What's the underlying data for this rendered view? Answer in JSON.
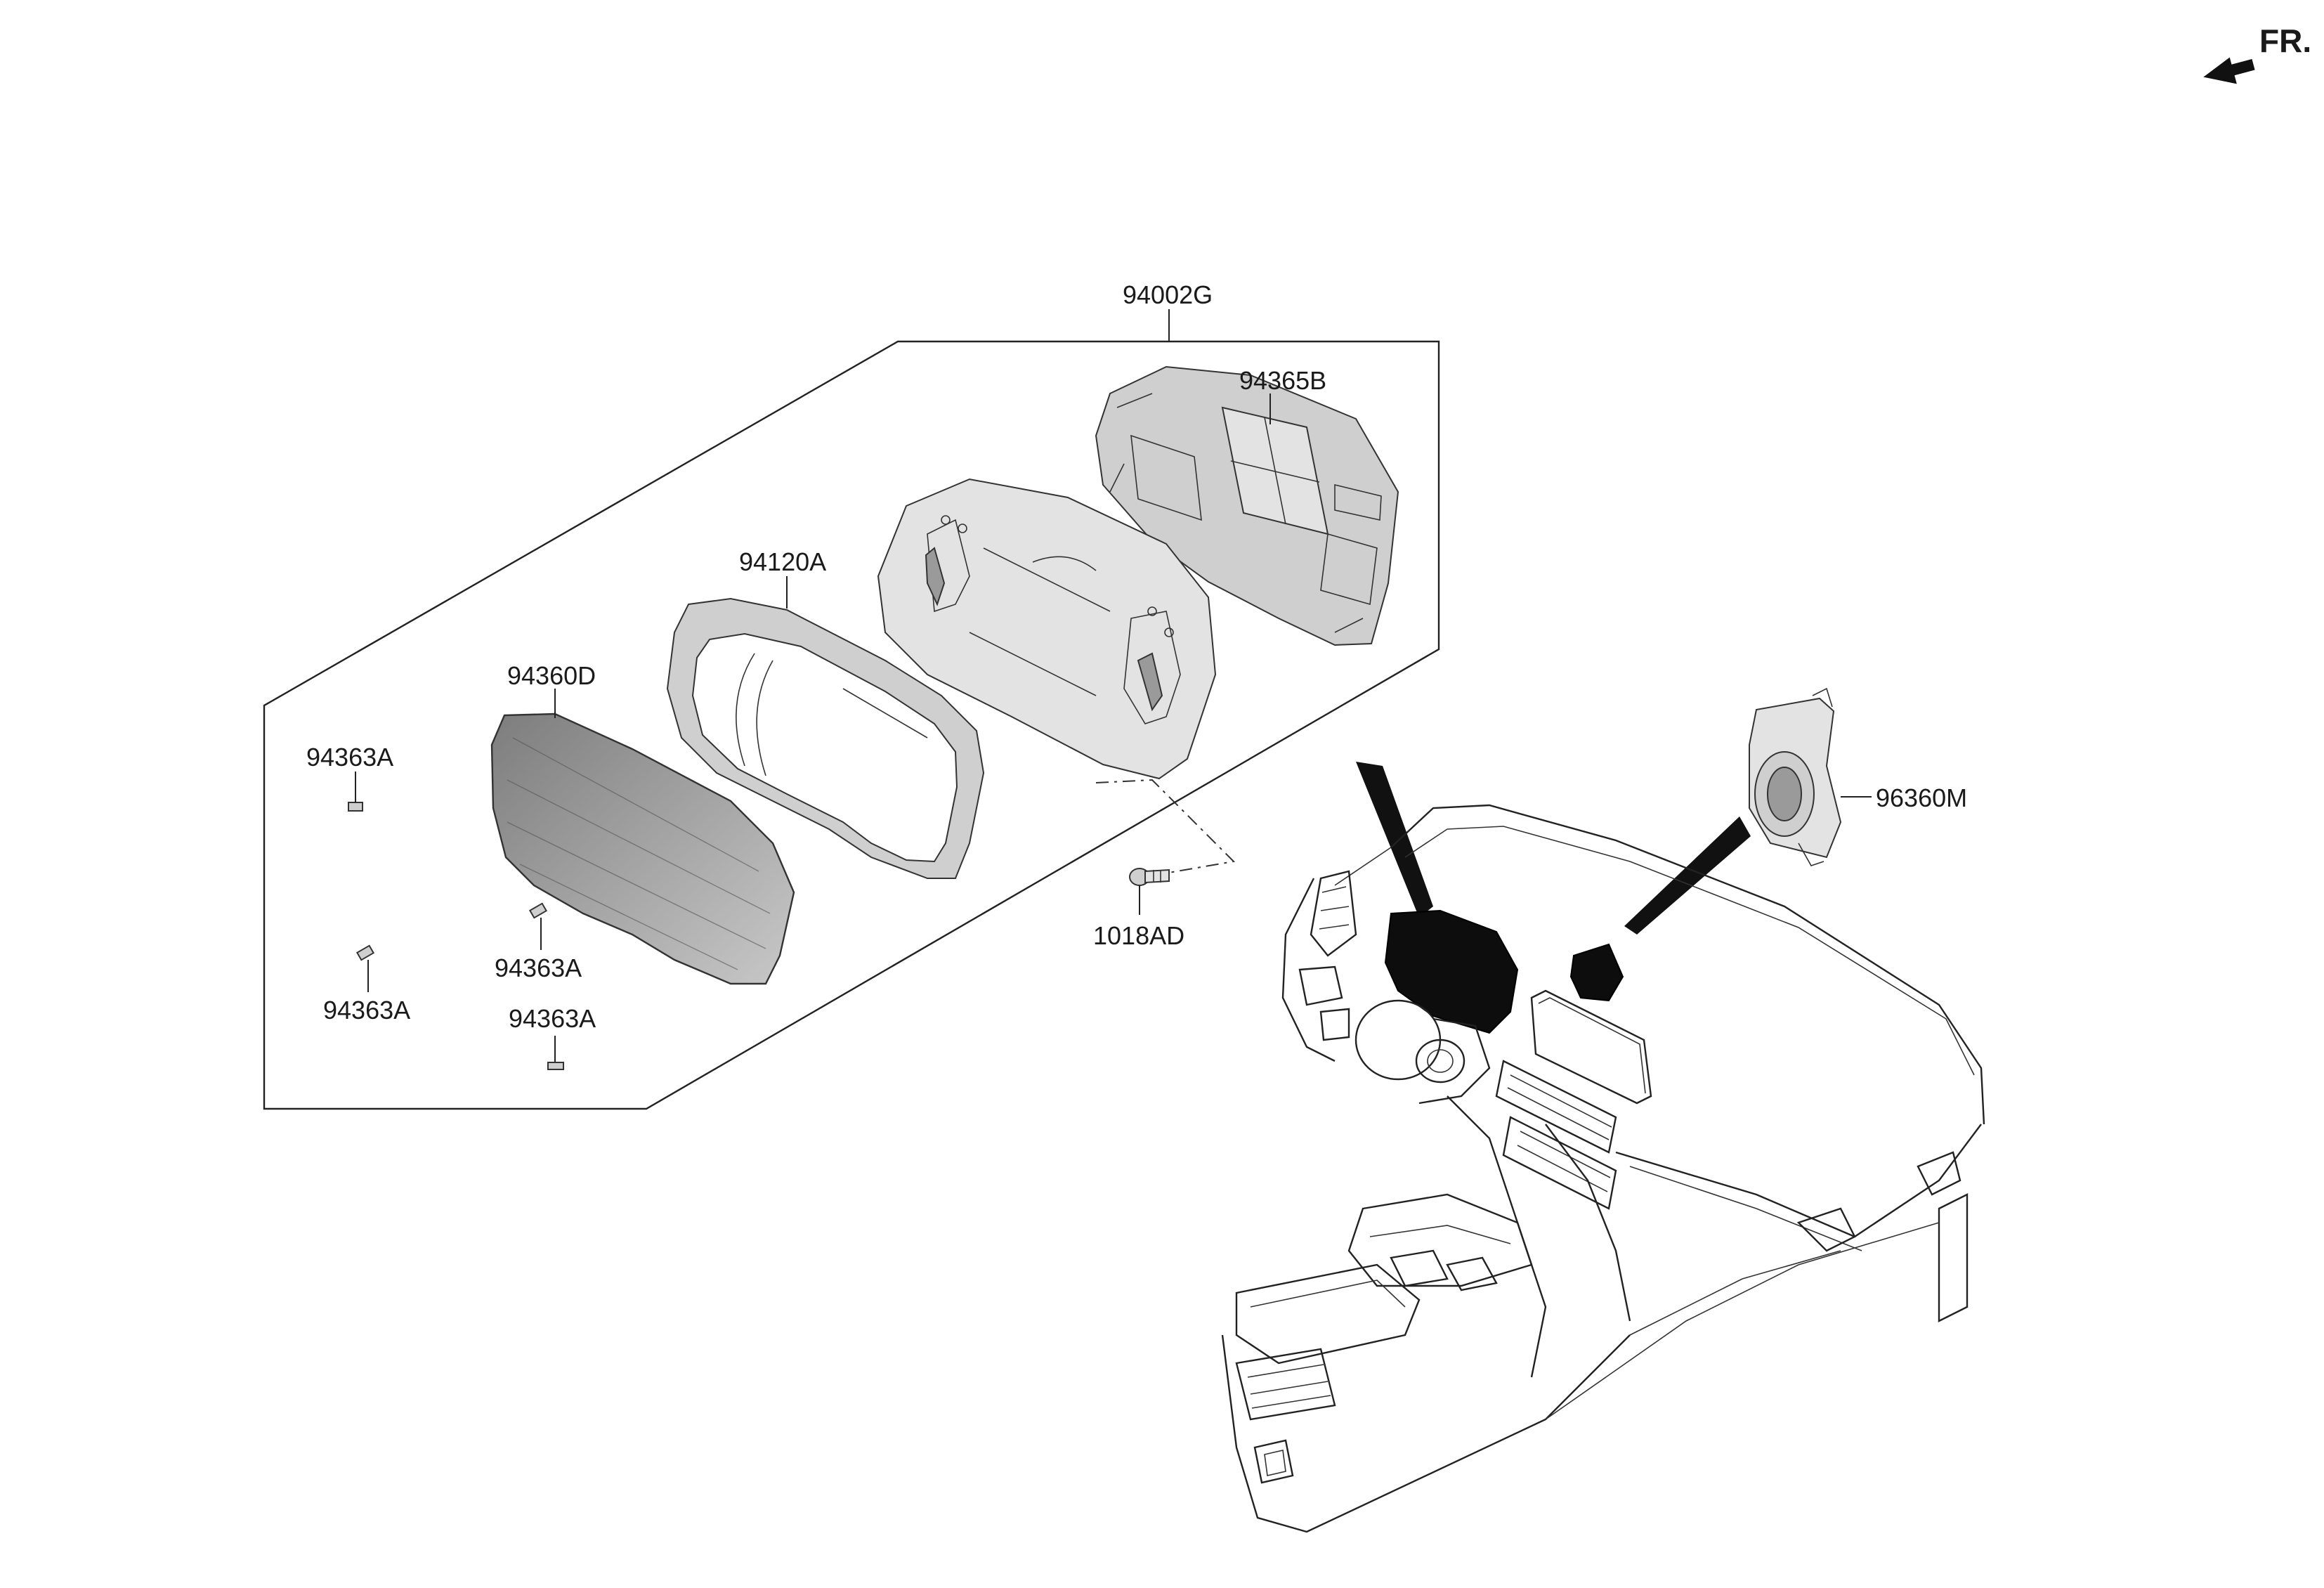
{
  "orientation": {
    "label": "FR."
  },
  "parts": {
    "assembly": "94002G",
    "rear_case": "94365B",
    "frame": "94120A",
    "lens": "94360D",
    "clip_1": "94363A",
    "clip_2": "94363A",
    "clip_3": "94363A",
    "clip_4": "94363A",
    "screw": "1018AD",
    "module": "96360M"
  },
  "icons": {
    "direction": "arrow-icon"
  }
}
